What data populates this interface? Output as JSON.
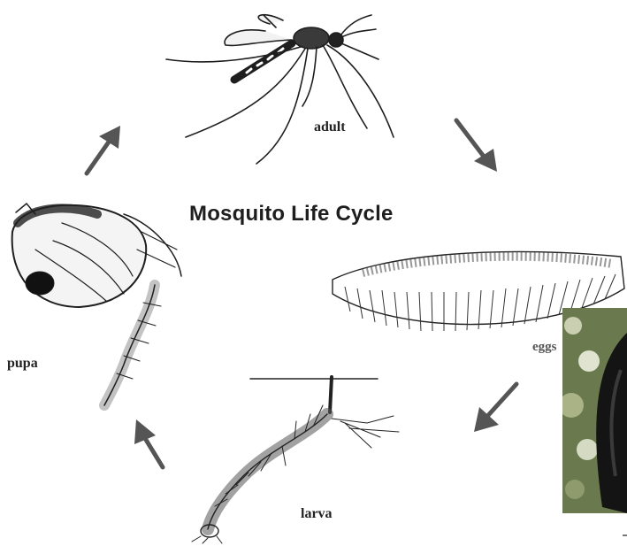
{
  "diagram": {
    "title": "Mosquito Life Cycle",
    "stages": {
      "adult": "adult",
      "eggs": "eggs",
      "larva": "larva",
      "pupa": "pupa"
    }
  },
  "colors": {
    "arrow": "#555555",
    "ink": "#1e1e1e",
    "photo_dark": "#141414",
    "photo_bg": "#6b7a4e"
  }
}
